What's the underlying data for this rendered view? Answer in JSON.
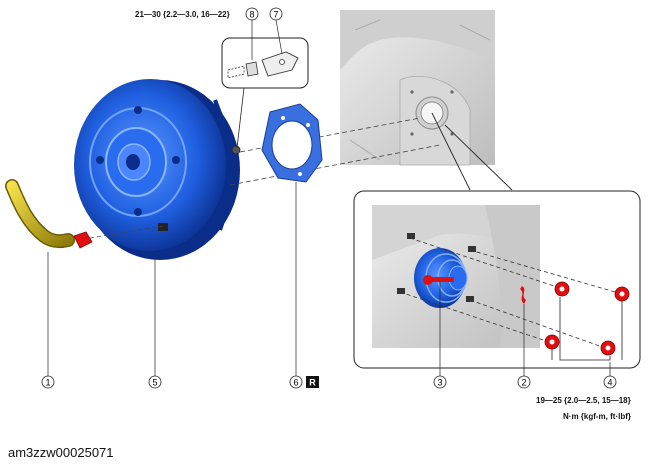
{
  "torque_top": "21—30 {2.2—3.0, 16—22}",
  "torque_bottom": "19—25 {2.0—2.5, 15—18}",
  "units": "N·m {kgf-m, ft·lbf}",
  "caption": "am3zzw00025071",
  "reference_mark": "R",
  "callouts": [
    "1",
    "2",
    "3",
    "4",
    "5",
    "6",
    "7",
    "8"
  ],
  "colors": {
    "booster_blue": "#1f5fe0",
    "gasket_blue": "#3a6fe0",
    "hose_yellow": "#d8c21a",
    "nut_red": "#e01010"
  }
}
